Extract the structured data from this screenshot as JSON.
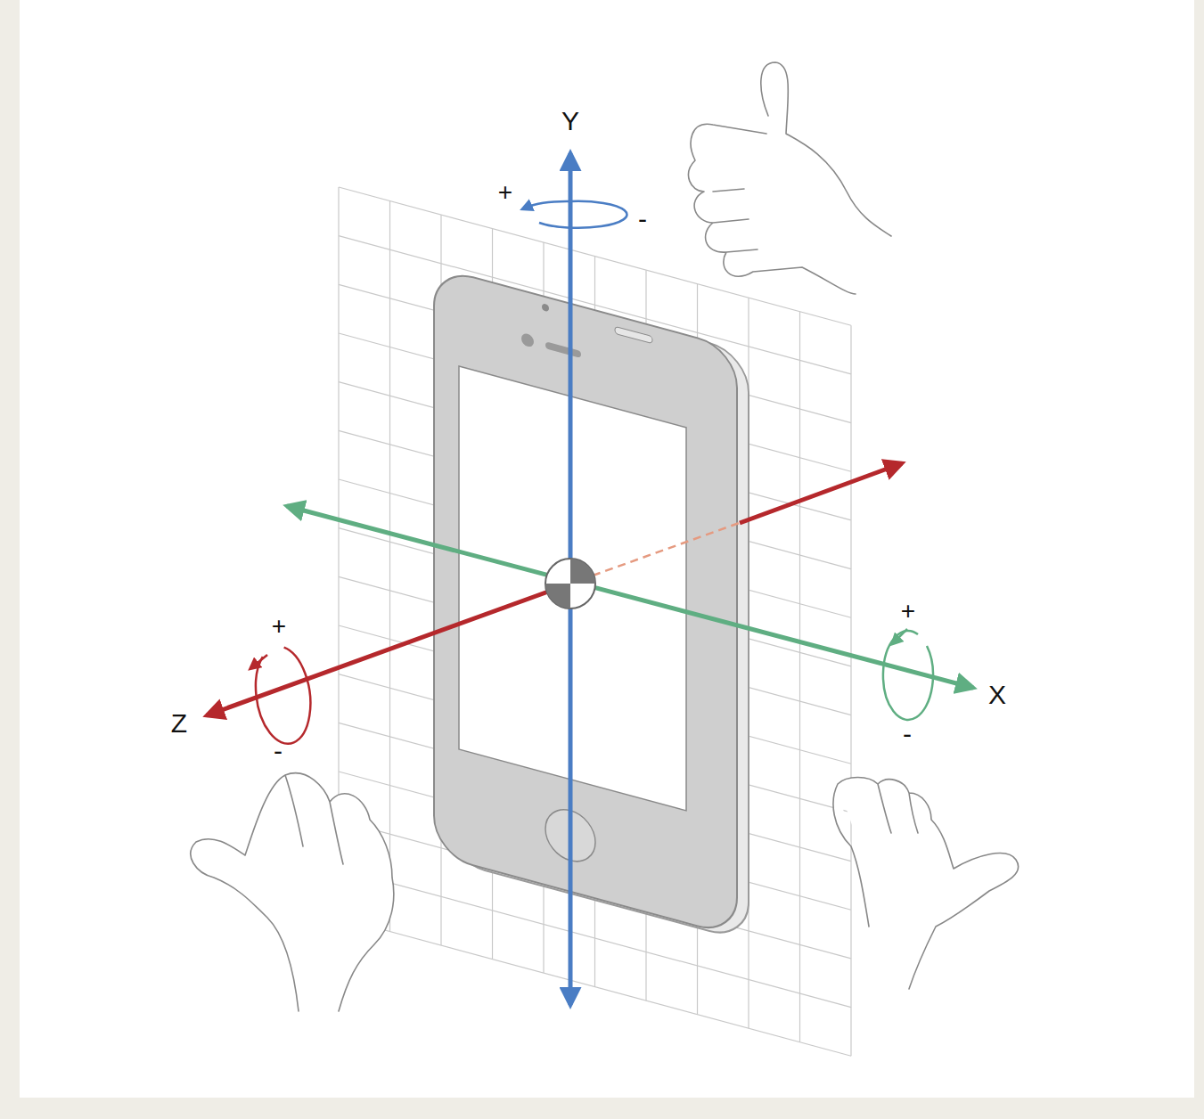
{
  "diagram": {
    "labels": [
      "Y",
      "+",
      "-",
      "+",
      "Z",
      "-",
      "+",
      "X",
      "-"
    ]
  }
}
